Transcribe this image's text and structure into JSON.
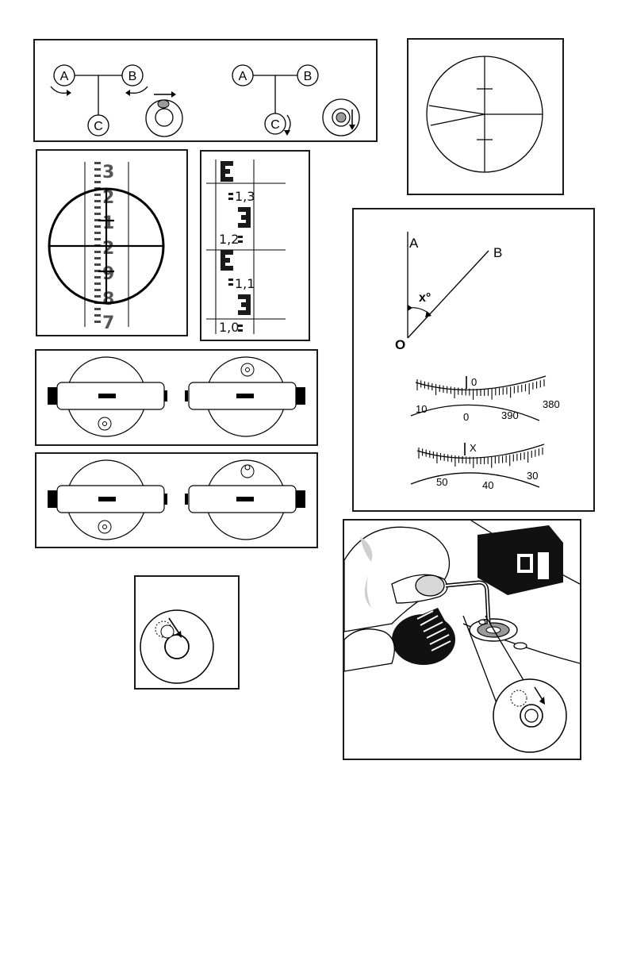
{
  "screws": {
    "left": {
      "a": "A",
      "b": "B",
      "c": "C"
    },
    "right": {
      "a": "A",
      "b": "B",
      "c": "C"
    }
  },
  "rod": {
    "numbers": [
      "3",
      "2",
      "1",
      "2",
      "9",
      "8",
      "7"
    ]
  },
  "rod_scale": {
    "labels": [
      "1,3",
      "1,2",
      "1,1",
      "1,0"
    ]
  },
  "angle": {
    "a": "A",
    "b": "B",
    "o": "O",
    "x": "x°"
  },
  "scale1": {
    "top": "0",
    "labels": [
      "10",
      "0",
      "390",
      "380"
    ]
  },
  "scale2": {
    "top": "X",
    "labels": [
      "50",
      "40",
      "30"
    ]
  },
  "colors": {
    "ink": "#000000",
    "bubble": "#9a9a9a",
    "frame": "#1a1a1a"
  }
}
